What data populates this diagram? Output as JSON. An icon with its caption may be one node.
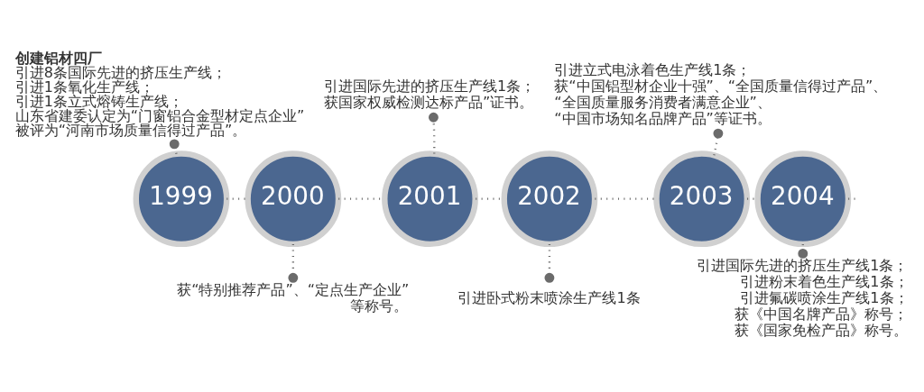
{
  "diagram": {
    "nodes": [
      {
        "text": [
          "1999"
        ]
      },
      {
        "text": [
          "2000"
        ]
      },
      {
        "text": [
          "2001"
        ]
      },
      {
        "text": [
          "2002"
        ]
      },
      {
        "text": [
          "2003"
        ]
      },
      {
        "text": [
          "2004"
        ]
      },
      {
        "text": [
          "创建铝材四厂",
          "引进8条国际先进的挤压生产线；",
          "引进1条氧化生产线；",
          "引进1条立式熔铸生产线；",
          "山东省建委认定为“门窗铝合金型材定点企业”",
          "被评为“河南市场质量信得过产品”。"
        ]
      },
      {
        "text": [
          "获“特别推荐产品”、“定点生产企业”等称号。"
        ]
      },
      {
        "text": [
          "引进国际先进的挤压生产线1条；",
          "获国家权威检测达标产品”证书。"
        ]
      },
      {
        "text": [
          "引进卧式粉末喷涂生产线1条"
        ]
      },
      {
        "text": [
          "引进立式电泳着色生产线1条；",
          "获“中国铝型材企业十强”、“全国质量信得过产品”、“全国质量服务消费者满意企业”、“中国市场知名品牌产品”等证书。"
        ]
      },
      {
        "text": [
          "引进国际先进的挤压生产线1条；",
          "引进粉末着色生产线1条；",
          "引进氟碳喷涂生产线1条；",
          "获《中国名牌产品》称号；",
          "获《国家免检产品》称号。"
        ]
      }
    ],
    "edges": [
      {
        "from": 0,
        "to": 1,
        "arrow": "none"
      },
      {
        "from": 1,
        "to": 2,
        "arrow": "none"
      },
      {
        "from": 2,
        "to": 3,
        "arrow": "none"
      },
      {
        "from": 3,
        "to": 4,
        "arrow": "none"
      },
      {
        "from": 4,
        "to": 5,
        "arrow": "none"
      },
      {
        "from": 5,
        "to": null,
        "arrow": "none"
      },
      {
        "from": 0,
        "to": 6,
        "arrow": "other"
      },
      {
        "from": 1,
        "to": 7,
        "arrow": "other"
      },
      {
        "from": 2,
        "to": 8,
        "arrow": "other"
      },
      {
        "from": 3,
        "to": 9,
        "arrow": "other"
      },
      {
        "from": 4,
        "to": 10,
        "arrow": "other"
      },
      {
        "from": 5,
        "to": 11,
        "arrow": "other"
      }
    ]
  }
}
